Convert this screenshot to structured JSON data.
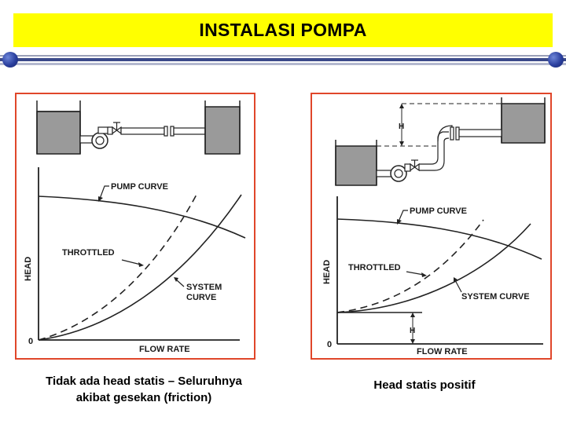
{
  "slide": {
    "title": "INSTALASI POMPA",
    "colors": {
      "title_bg": "#ffff00",
      "panel_border": "#e0462a",
      "rule": "#3b4a8a"
    }
  },
  "left_diagram": {
    "pump_curve_label": "PUMP CURVE",
    "throttled_label": "THROTTLED",
    "system_curve_label_line1": "SYSTEM",
    "system_curve_label_line2": "CURVE",
    "y_axis_label": "HEAD",
    "x_axis_label": "FLOW RATE",
    "origin_label": "0",
    "caption_line1": "Tidak ada head statis – Seluruhnya",
    "caption_line2": "akibat gesekan (friction)"
  },
  "right_diagram": {
    "pump_curve_label": "PUMP CURVE",
    "throttled_label": "THROTTLED",
    "system_curve_label": "SYSTEM CURVE",
    "y_axis_label": "HEAD",
    "x_axis_label": "FLOW RATE",
    "origin_label": "0",
    "static_head_label_top": "H",
    "static_head_label_bottom": "H",
    "caption": "Head statis positif"
  }
}
